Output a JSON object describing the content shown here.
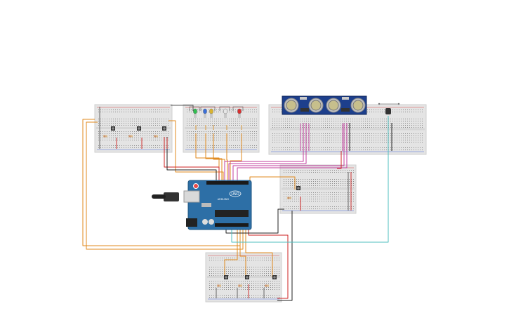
{
  "app": {
    "view": "circuit-schematic"
  },
  "board": {
    "logo_text": "UNO",
    "brand_text": "ARDUINO",
    "color": "#2d6fa6",
    "pin_color": "#1a1a1a"
  },
  "sensor": {
    "color": "#1d3f8c",
    "transducer_color": "#c7bf8c"
  },
  "breadboard": {
    "color": "#e4e4e4",
    "rail_red": "#d94a4a",
    "rail_blue": "#4a6fd9"
  },
  "leds": [
    {
      "name": "green",
      "color": "#2fbf4f"
    },
    {
      "name": "blue",
      "color": "#3b6fd9"
    },
    {
      "name": "yellow",
      "color": "#d9b32f"
    },
    {
      "name": "white",
      "color": "#e6e6e6"
    },
    {
      "name": "red",
      "color": "#d92f2f"
    }
  ],
  "wires": {
    "orange": "#e08a1e",
    "red": "#cc2222",
    "black": "#222222",
    "magenta": "#c23c9c",
    "teal": "#4fbfbf",
    "gray": "#555555"
  }
}
